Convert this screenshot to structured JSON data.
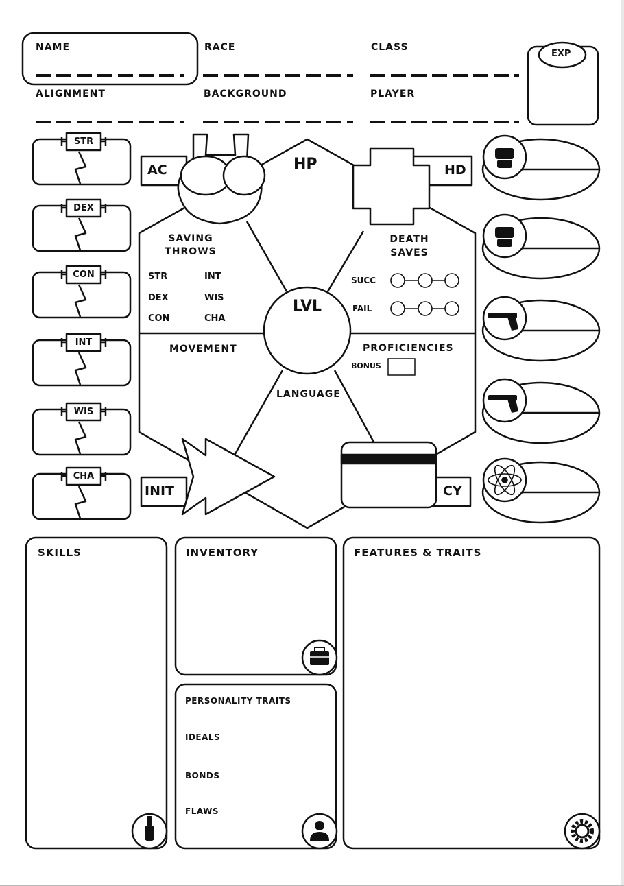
{
  "header": {
    "name_label": "NAME",
    "race_label": "RACE",
    "class_label": "CLASS",
    "exp_label": "EXP",
    "alignment_label": "ALIGNMENT",
    "background_label": "BACKGROUND",
    "player_label": "PLAYER"
  },
  "abilities": [
    "STR",
    "DEX",
    "CON",
    "INT",
    "WIS",
    "CHA"
  ],
  "center": {
    "ac_label": "AC",
    "hp_label": "HP",
    "hd_label": "HD",
    "init_label": "INIT",
    "cy_label": "CY",
    "lvl_label": "LVL",
    "saving_throws_line1": "SAVING",
    "saving_throws_line2": "THROWS",
    "saves": {
      "str": "STR",
      "int": "INT",
      "dex": "DEX",
      "wis": "WIS",
      "con": "CON",
      "cha": "CHA"
    },
    "death_saves_line1": "DEATH",
    "death_saves_line2": "SAVES",
    "succ_label": "SUCC",
    "fail_label": "FAIL",
    "movement_label": "MOVEMENT",
    "proficiencies_label": "PROFICIENCIES",
    "bonus_label": "BONUS",
    "language_label": "LANGUAGE"
  },
  "weapon_icons": [
    "fist-icon",
    "fist-icon",
    "revolver-icon",
    "revolver-icon",
    "atom-icon"
  ],
  "panels": {
    "skills_label": "SKILLS",
    "inventory_label": "INVENTORY",
    "features_label": "FEATURES & TRAITS",
    "personality_label": "PERSONALITY TRAITS",
    "ideals_label": "IDEALS",
    "bonds_label": "BONDS",
    "flaws_label": "FLAWS"
  },
  "panel_icons": [
    "screwdriver-icon",
    "toolbox-icon",
    "person-icon",
    "gear-icon"
  ]
}
